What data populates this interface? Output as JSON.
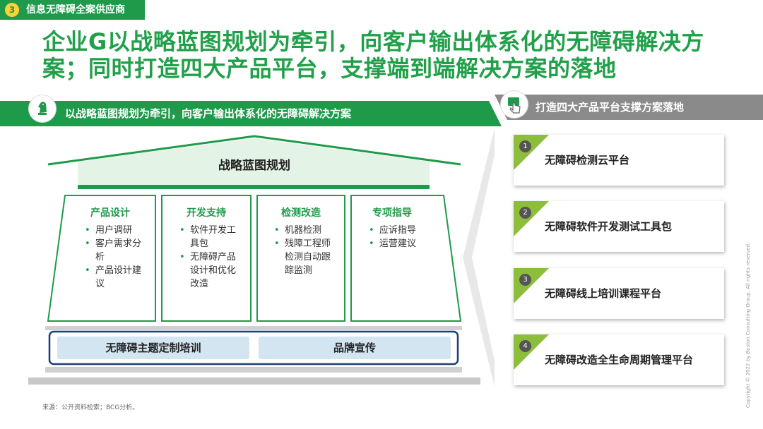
{
  "section_tag": {
    "number": "3",
    "label": "信息无障碍全案供应商"
  },
  "headline": "企业G以战略蓝图规划为牵引，向客户输出体系化的无障碍解决方案；同时打造四大产品平台，支撑端到端解决方案的落地",
  "left_panel": {
    "banner": "以战略蓝图规划为牵引，向客户输出体系化的无障碍解决方案",
    "icon": "chess-knight-icon",
    "roof_title": "战略蓝图规划",
    "pillars": [
      {
        "title": "产品设计",
        "items": [
          "用户调研",
          "客户需求分析",
          "产品设计建议"
        ]
      },
      {
        "title": "开发支持",
        "items": [
          "软件开发工具包",
          "无障碍产品设计和优化改造"
        ]
      },
      {
        "title": "检测改造",
        "items": [
          "机器检测",
          "残障工程师检测自动跟踪监测"
        ]
      },
      {
        "title": "专项指导",
        "items": [
          "应诉指导",
          "运营建议"
        ]
      }
    ],
    "base": [
      "无障碍主题定制培训",
      "品牌宣传"
    ]
  },
  "right_panel": {
    "banner": "打造四大产品平台支撑方案落地",
    "icon": "hand-pointer-icon",
    "platforms": [
      {
        "number": "1",
        "label": "无障碍检测云平台"
      },
      {
        "number": "2",
        "label": "无障碍软件开发测试工具包"
      },
      {
        "number": "3",
        "label": "无障碍线上培训课程平台"
      },
      {
        "number": "4",
        "label": "无障碍改造全生命周期管理平台"
      }
    ]
  },
  "source": "来源：公开资料检索；BCG分析。",
  "copyright": "Copyright © 2022 by Boston Consulting Group. All rights reserved.",
  "colors": {
    "brand_green": "#1e9a4a",
    "headline_green": "#21a04a",
    "accent_yellow": "#ffd23a",
    "light_blue": "#d3e5f1",
    "gray_banner": "#8a8a8a"
  }
}
